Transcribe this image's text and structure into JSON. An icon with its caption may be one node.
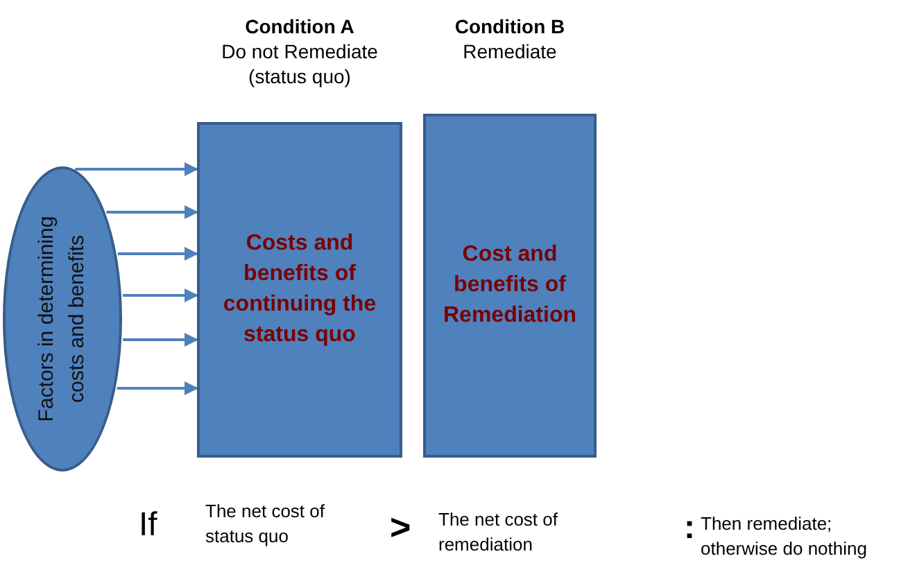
{
  "diagram": {
    "nodes": [
      {
        "text": [
          "Factors in determining costs and benefits"
        ]
      },
      {
        "text": [
          "Condition A",
          "Do not Remediate (status quo)",
          "Costs and benefits of continuing the status quo"
        ]
      },
      {
        "text": [
          "Condition B",
          "Remediate",
          "Cost and benefits of Remediation"
        ]
      }
    ],
    "edges": [
      {
        "from": 0,
        "to": 1,
        "arrow": "to"
      },
      {
        "from": 0,
        "to": 1,
        "arrow": "to"
      },
      {
        "from": 0,
        "to": 1,
        "arrow": "to"
      },
      {
        "from": 0,
        "to": 1,
        "arrow": "to"
      },
      {
        "from": 0,
        "to": 1,
        "arrow": "to"
      },
      {
        "from": 0,
        "to": 1,
        "arrow": "to"
      }
    ],
    "labels": [
      "If",
      "The net cost of status quo",
      ">",
      "The net cost of remediation",
      ":",
      "Then remediate; otherwise do nothing"
    ]
  }
}
